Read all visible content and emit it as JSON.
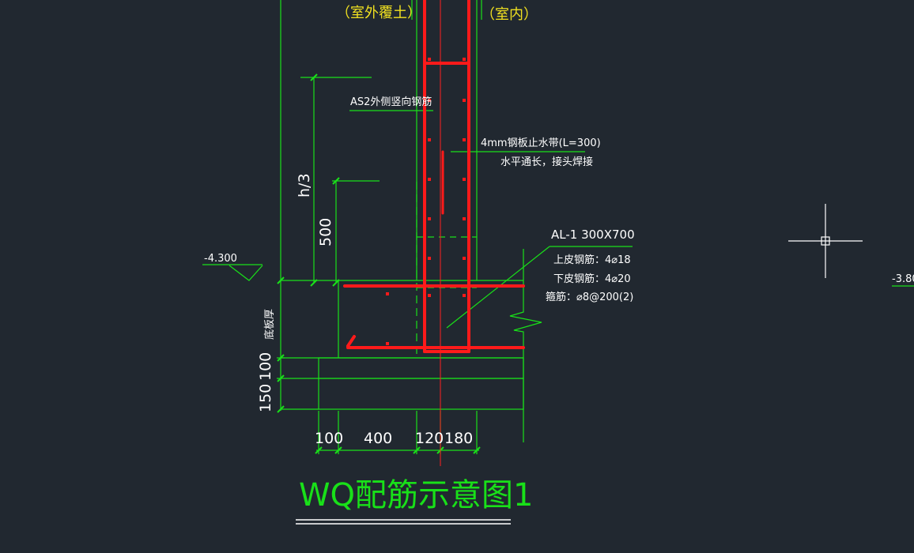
{
  "labels": {
    "outdoor_fill": "（室外覆土）",
    "indoor": "（室内）",
    "as2_note": "AS2外侧竖向钢筋",
    "waterstop_line1": "4mm钢板止水带(L=300)",
    "waterstop_line2": "水平通长，接头焊接",
    "beam_name": "AL-1 300X700",
    "beam_top_rebar": "上皮钢筋：4⌀18",
    "beam_bottom_rebar": "下皮钢筋：4⌀20",
    "beam_stirrup": "箍筋：⌀8@200(2)",
    "elev_left": "-4.300",
    "elev_right": "-3.80",
    "slab_thickness": "底板厚",
    "dim_h3": "h/3",
    "dim_500": "500",
    "dim_100_left": "100",
    "dim_150": "150",
    "dim_bottom_100": "100",
    "dim_bottom_400": "400",
    "dim_bottom_120": "120",
    "dim_bottom_180": "180",
    "title": "WQ配筋示意图1"
  },
  "colors": {
    "background": "#212830",
    "outline": "#19e019",
    "rebar": "#ff1a1a",
    "text_yellow": "#f0e020",
    "text_white": "#ffffff",
    "crosshair": "#ffffff"
  }
}
